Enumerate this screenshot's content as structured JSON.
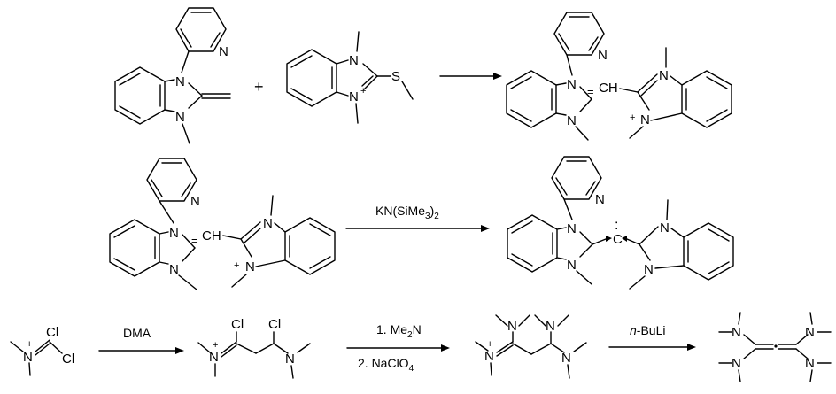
{
  "atoms": {
    "N": "N",
    "S": "S",
    "Cl": "Cl",
    "CH": "CH",
    "C": "C",
    "plus": "+",
    "equals": "=",
    "dots": ":"
  },
  "reagents": {
    "plus_sign": "+",
    "base_main": "KN(SiMe",
    "base_sub3": "3",
    "base_close": ")",
    "base_sub2": "2",
    "dma": "DMA",
    "step1_main": "1. Me",
    "step1_sub": "2",
    "step1_N": "N",
    "step2_main": "2. NaClO",
    "step2_sub": "4",
    "nBuLi_n": "n",
    "nBuLi_rest": "-BuLi"
  }
}
